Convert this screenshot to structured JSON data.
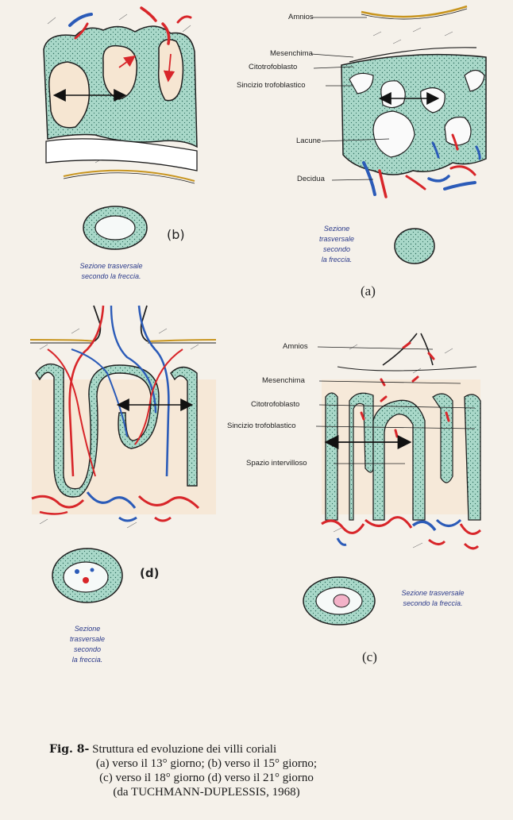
{
  "panel_a": {
    "tag": "(a)",
    "labels": {
      "amnios": "Amnios",
      "mesenchima": "Mesenchima",
      "citotrofoblasto": "Citotrofoblasto",
      "sincizio": "Sincizio trofoblastico",
      "lacune": "Lacune",
      "decidua": "Decidua"
    },
    "section_note": [
      "Sezione",
      "trasversale",
      "secondo",
      "la freccia."
    ]
  },
  "panel_b": {
    "tag": "(b)",
    "section_note": [
      "Sezione trasversale",
      "secondo la freccia."
    ]
  },
  "panel_c": {
    "tag": "(c)",
    "labels": {
      "amnios": "Amnios",
      "mesenchima": "Mesenchima",
      "citotrofoblasto": "Citotrofoblasto",
      "sincizio": "Sincizio trofoblastico",
      "spazio": "Spazio intervilloso"
    },
    "section_note": [
      "Sezione trasversale",
      "secondo la freccia."
    ]
  },
  "panel_d": {
    "tag": "(d)",
    "section_note": [
      "Sezione",
      "trasversale",
      "secondo",
      "la freccia."
    ]
  },
  "caption": {
    "fig_no": "Fig. 8-",
    "title": "Struttura ed evoluzione dei villi coriali",
    "line1": "(a) verso il 13° giorno; (b) verso il 15° giorno;",
    "line2": "(c) verso il 18° giorno (d) verso il 21° giorno",
    "line3": "(da TUCHMANN-DUPLESSIS, 1968)"
  },
  "colors": {
    "trophoblast": "#a9d8c9",
    "lacuna": "#f6e6d2",
    "artery": "#d8262a",
    "vein": "#2b5bb8",
    "outline": "#1f1f1f",
    "amnion_line": "#c8951f",
    "label_text": "#2b3a8a"
  }
}
